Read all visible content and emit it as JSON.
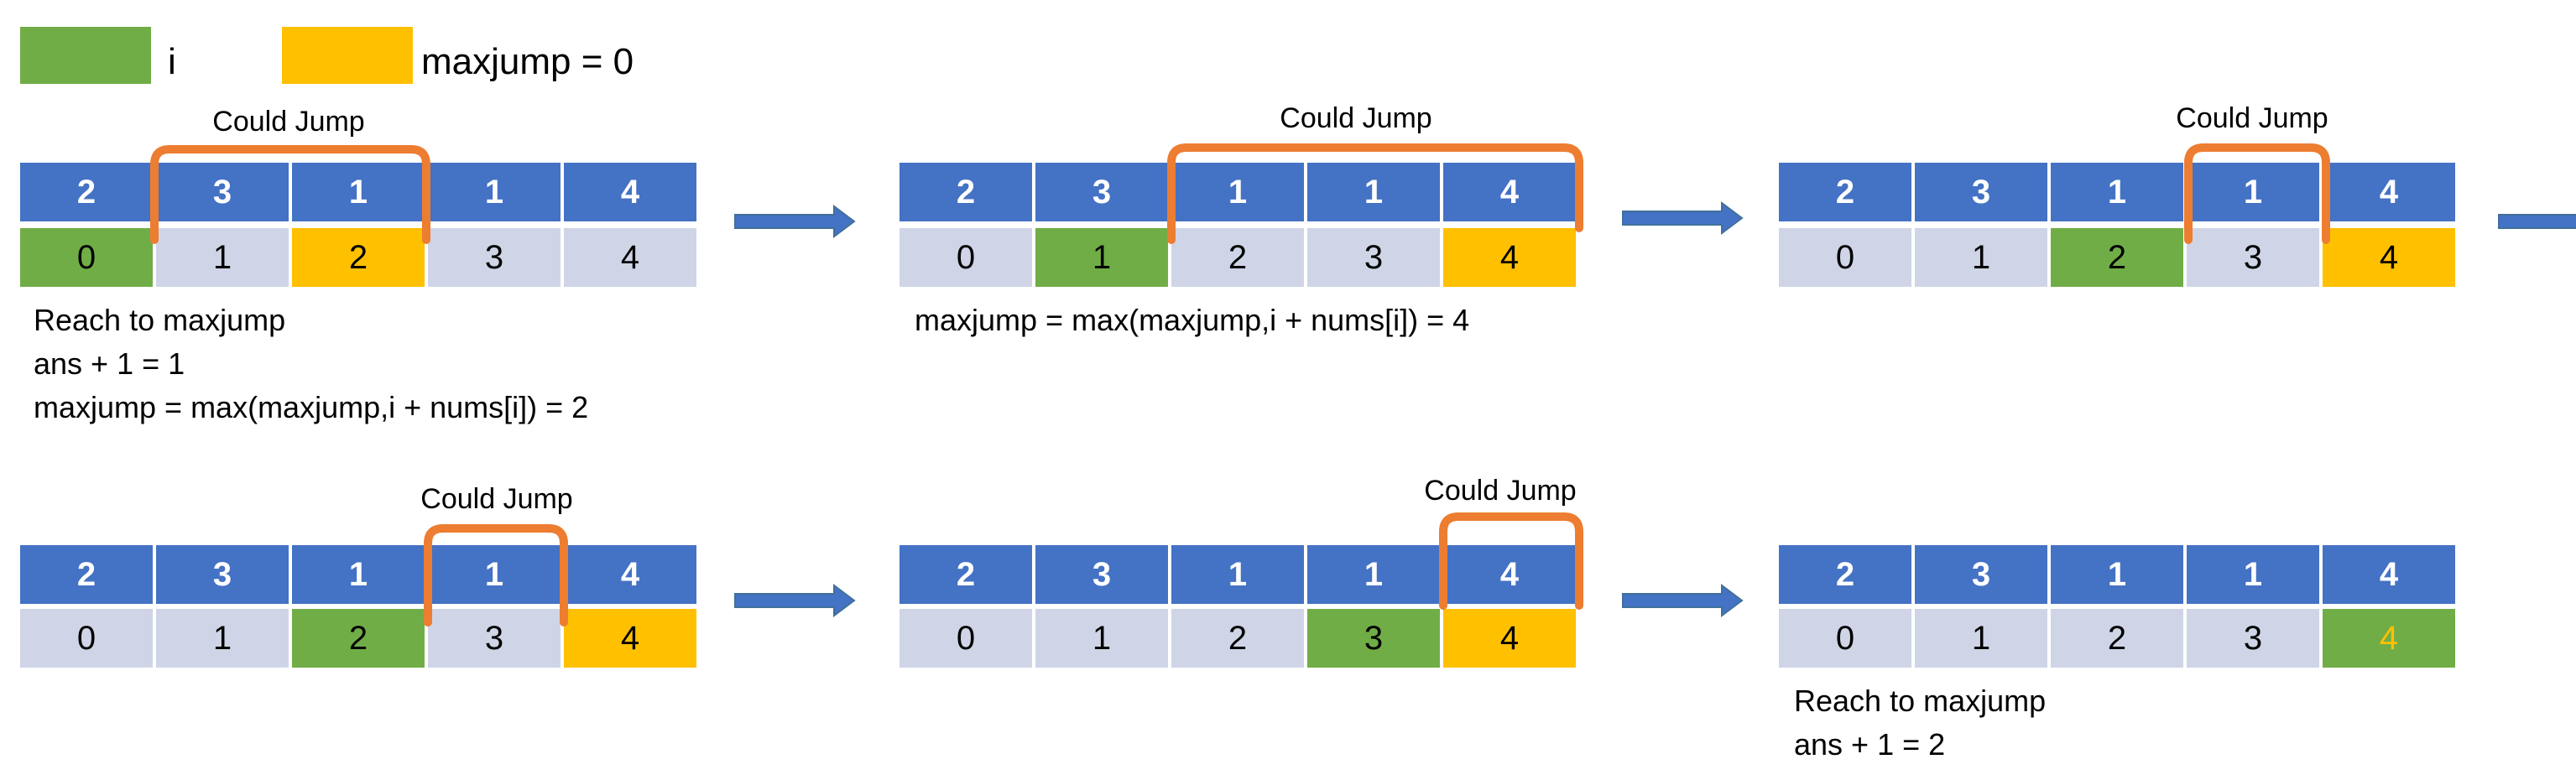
{
  "legend": {
    "i_label": "i",
    "maxjump_label": "maxjump = 0",
    "i_color": "#70AD47",
    "maxjump_color": "#FFC000"
  },
  "colors": {
    "header": "#4472C4",
    "index": "#CFD5E7",
    "bracket": "#ED7D31",
    "arrow": "#4472C4"
  },
  "nums": [
    "2",
    "3",
    "1",
    "1",
    "4"
  ],
  "indices": [
    "0",
    "1",
    "2",
    "3",
    "4"
  ],
  "steps": [
    {
      "could_jump": "Could Jump",
      "i": 0,
      "maxjump": 2,
      "notes": [
        "Reach to maxjump",
        "ans + 1 = 1",
        "maxjump = max(maxjump,i + nums[i]) = 2"
      ]
    },
    {
      "could_jump": "Could Jump",
      "i": 1,
      "maxjump": 4,
      "notes": [
        "maxjump = max(maxjump,i + nums[i]) = 4"
      ]
    },
    {
      "could_jump": "Could Jump",
      "i": 2,
      "maxjump": 4,
      "notes": []
    },
    {
      "could_jump": "Could Jump",
      "i": 2,
      "maxjump": 4,
      "notes": []
    },
    {
      "could_jump": "Could Jump",
      "i": 3,
      "maxjump": 4,
      "notes": []
    },
    {
      "could_jump": "",
      "i": 4,
      "maxjump": 4,
      "notes": [
        "Reach to maxjump",
        "ans + 1 = 2"
      ]
    }
  ]
}
